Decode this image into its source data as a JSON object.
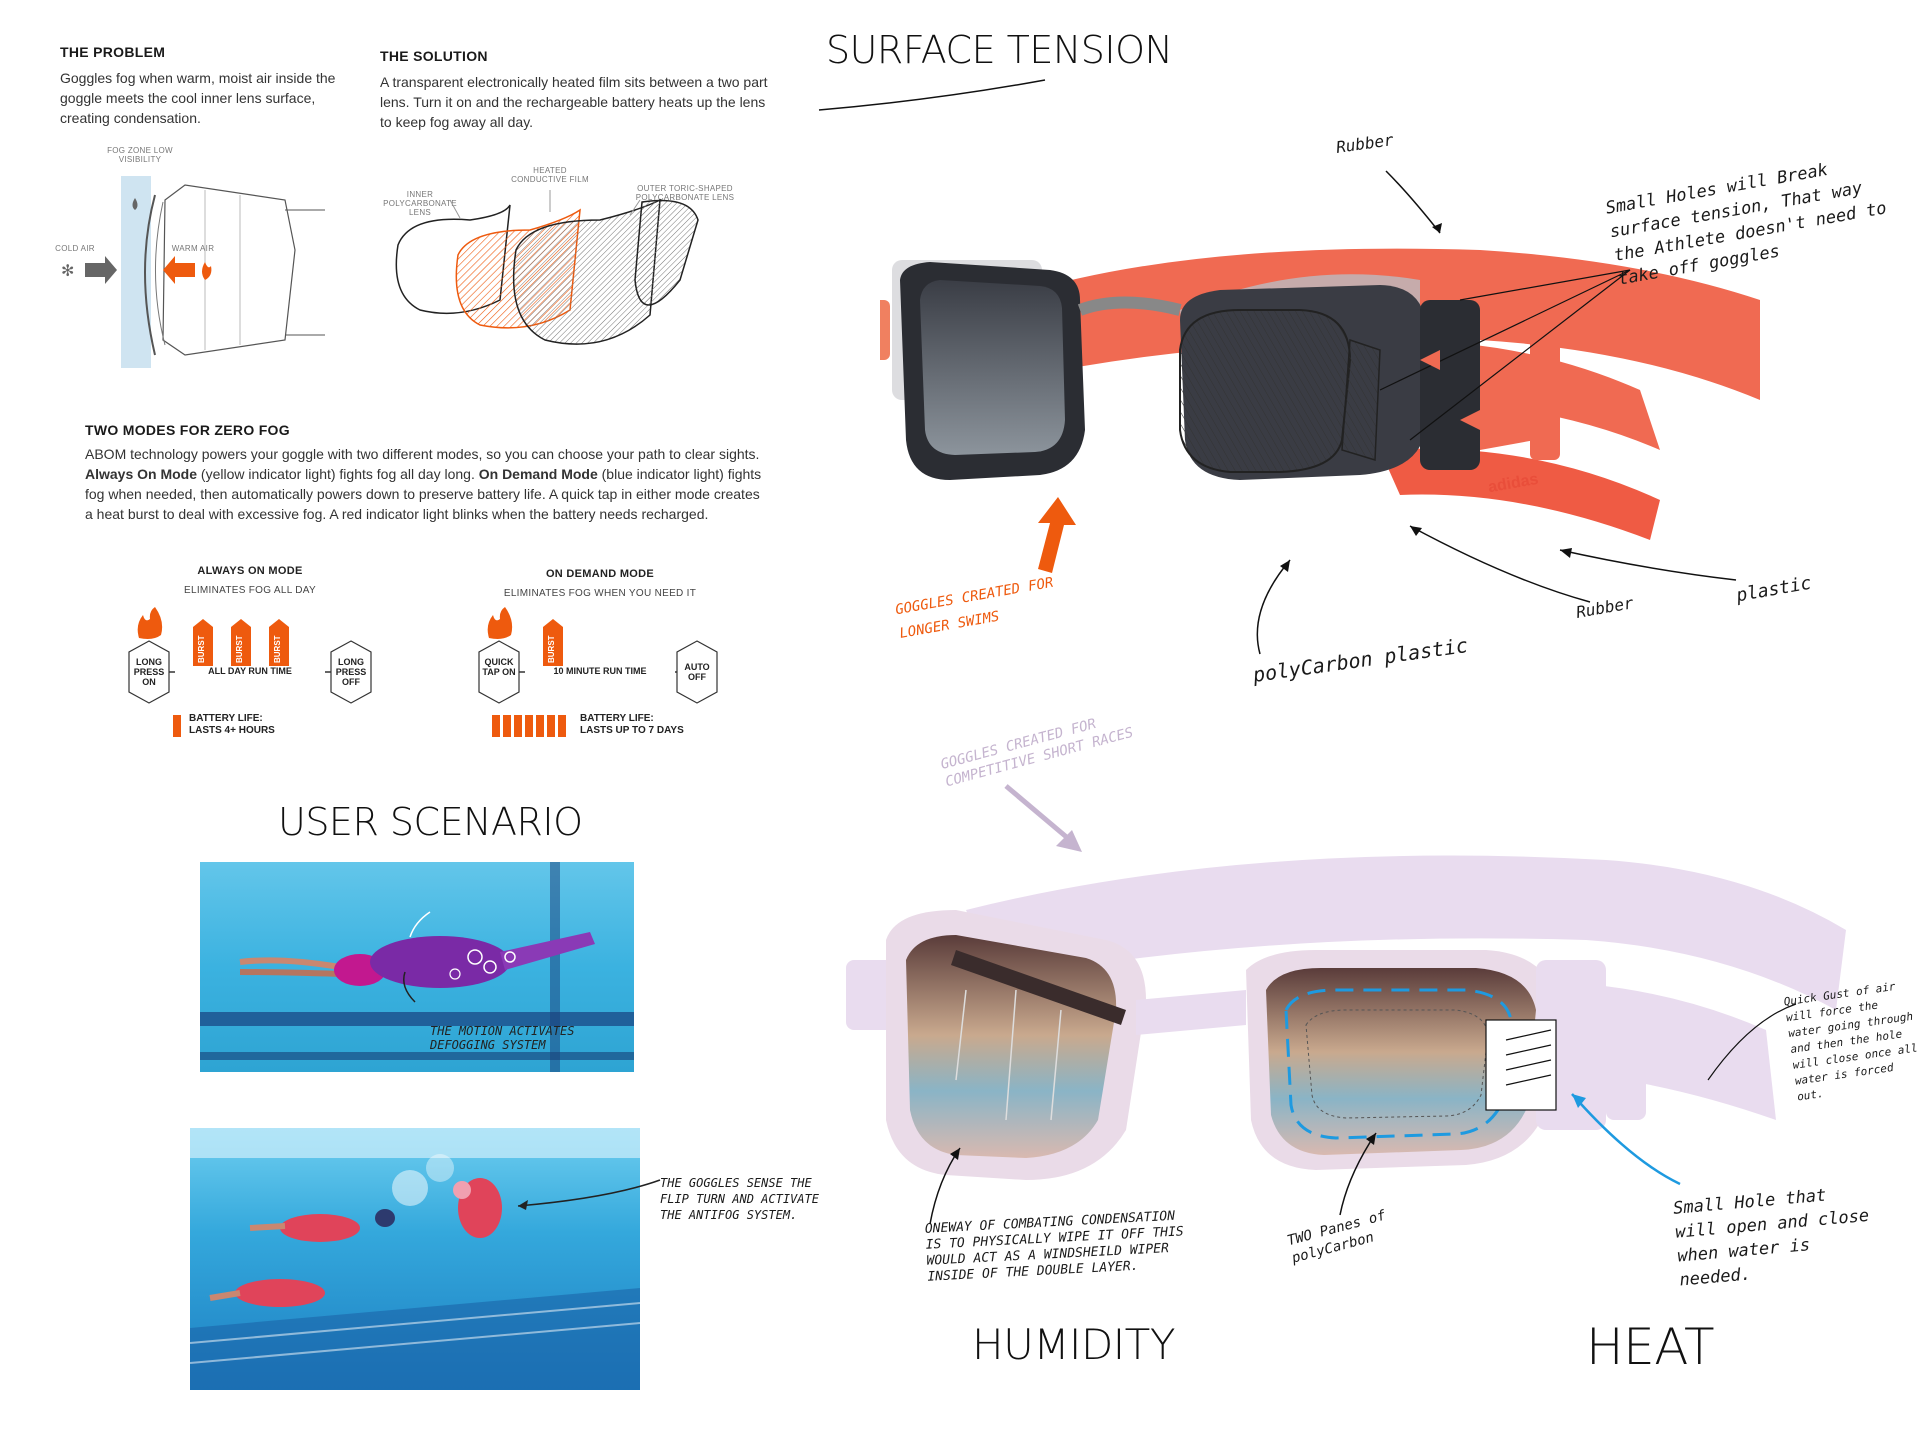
{
  "problem": {
    "heading": "THE PROBLEM",
    "text": "Goggles fog when warm, moist air inside the goggle meets the cool inner lens surface, creating condensation.",
    "fog_zone": "FOG ZONE LOW VISIBILITY",
    "cold_air": "COLD AIR",
    "warm_air": "WARM AIR"
  },
  "solution": {
    "heading": "THE SOLUTION",
    "text": "A transparent electronically heated film  sits between a two part lens. Turn it on and the rechargeable battery heats up the lens to keep fog away all day.",
    "inner_lens": "INNER POLYCARBONATE LENS",
    "heated_film": "HEATED CONDUCTIVE FILM",
    "outer_lens": "OUTER TORIC-SHAPED POLYCARBONATE LENS"
  },
  "modes": {
    "heading": "TWO MODES FOR ZERO FOG",
    "text_1": "ABOM technology powers your goggle with two different modes, so you can choose your path to clear sights. ",
    "always_bold": "Always On Mode",
    "text_2": " (yellow indicator light) fights fog all day long. ",
    "demand_bold": "On Demand Mode",
    "text_3": " (blue indicator light) fights fog when needed, then automatically powers down to preserve battery life. A quick tap in either mode creates a heat burst to deal with excessive fog. A red indicator light blinks when the battery needs recharged.",
    "always_on": {
      "title": "ALWAYS ON MODE",
      "subtitle": "ELIMINATES FOG ALL DAY",
      "start": "LONG PRESS ON",
      "end": "LONG PRESS OFF",
      "bar_label": "ALL DAY RUN TIME",
      "burst": "BURST",
      "battery_title": "BATTERY LIFE:",
      "battery_value": "LASTS 4+ HOURS",
      "battery_cells": 1
    },
    "on_demand": {
      "title": "ON DEMAND MODE",
      "subtitle": "ELIMINATES FOG WHEN YOU NEED IT",
      "start": "QUICK TAP ON",
      "end": "AUTO OFF",
      "bar_label": "10 MINUTE RUN TIME",
      "burst": "BURST",
      "battery_title": "BATTERY LIFE:",
      "battery_value": "LASTS UP TO 7 DAYS",
      "battery_cells": 7
    }
  },
  "user_scenario": {
    "title": "USER SCENARIO",
    "note_1": "THE MOTION ACTIVATES DEFOGGING SYSTEM",
    "note_2": "THE GOGGLES SENSE THE FLIP TURN AND ACTIVATE THE ANTIFOG SYSTEM."
  },
  "surface_tension": {
    "title": "SURFACE TENSION",
    "rubber_top": "Rubber",
    "holes_note": "Small Holes will Break surface tension, That way the Athlete doesn't need to take off goggles",
    "long_swims": "GOGGLES CREATED FOR LONGER SWIMS",
    "brand": "adidas",
    "rubber_bottom": "Rubber",
    "plastic": "plastic",
    "polycarbon": "polyCarbon plastic"
  },
  "short_races": "GOGGLES CREATED FOR COMPETITIVE SHORT RACES",
  "humidity": {
    "title": "HUMIDITY",
    "note": "ONEWAY OF COMBATING CONDENSATION IS TO PHYSICALLY WIPE IT OFF THIS WOULD ACT AS A WINDSHEILD WIPER INSIDE OF THE DOUBLE LAYER."
  },
  "heat": {
    "title": "HEAT",
    "two_panes": "TWO Panes of polyCarbon",
    "gust_note": "Quick Gust of air will force the water going through and then the hole will close once all water is forced out.",
    "hole_note": "Small Hole that will open and close when water is needed."
  },
  "colors": {
    "orange": "#ee5a0e",
    "strap_red": "#f06a52",
    "pale_pink": "#e9dcef",
    "lavender_text": "#c5b4cf",
    "pool_blue": "#2fb0dc",
    "accent_blue": "#1e9ae0"
  }
}
